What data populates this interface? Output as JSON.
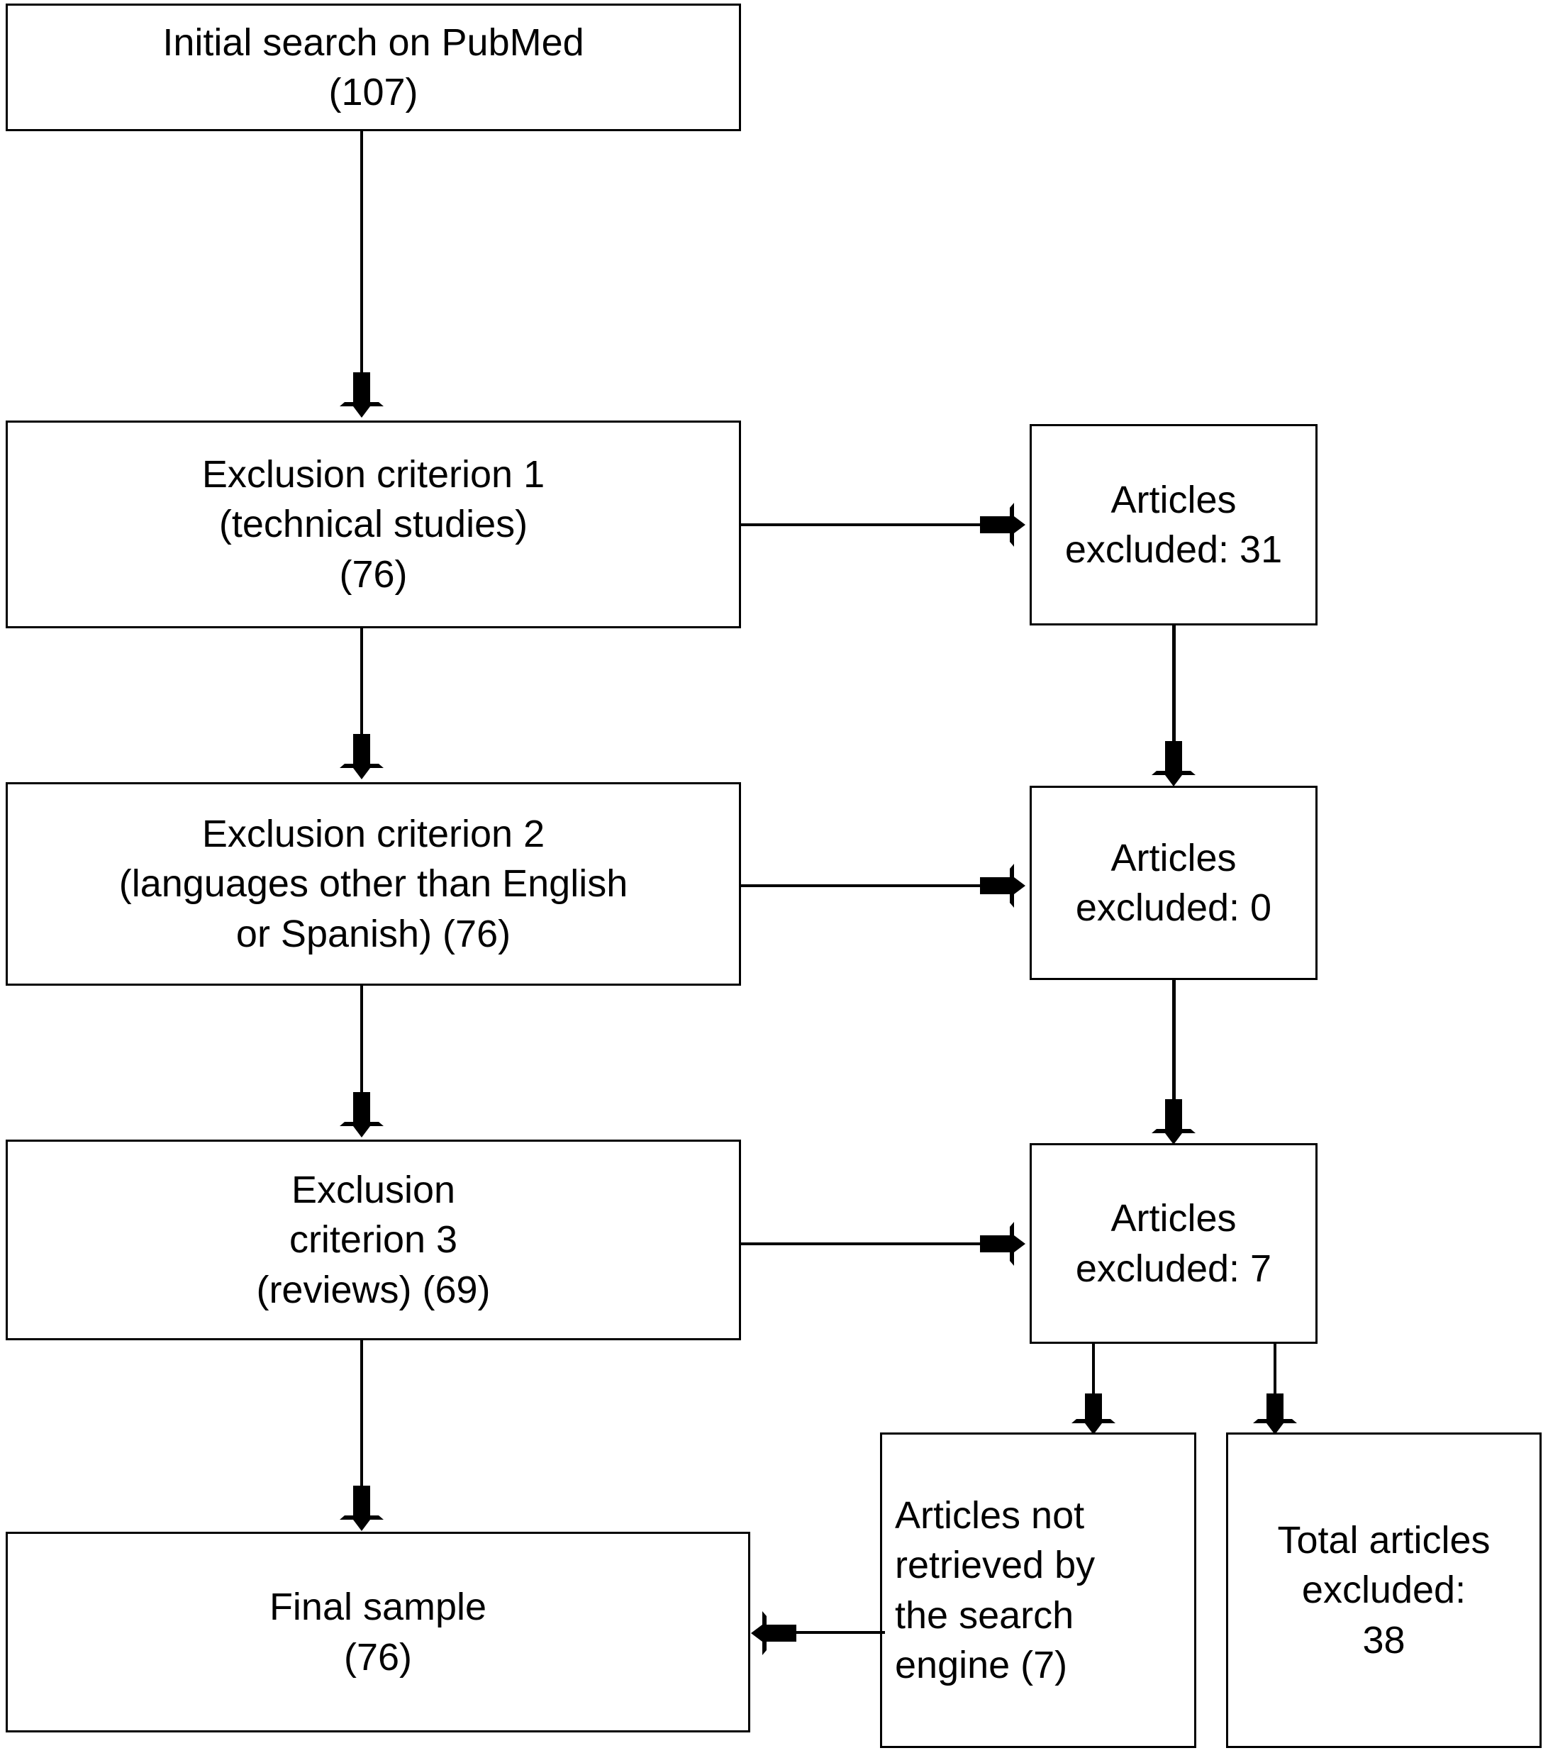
{
  "diagram": {
    "title": "PRISMA-style article selection flow diagram",
    "type": "flowchart",
    "stroke_color": "#000000",
    "fill_color": "#ffffff"
  },
  "nodes": {
    "initial_search": {
      "line1": "Initial search on PubMed",
      "line2": "(107)"
    },
    "criterion1": {
      "line1": "Exclusion criterion 1",
      "line2": "(technical studies)",
      "line3": "(76)"
    },
    "criterion2": {
      "line1": "Exclusion criterion 2",
      "line2": "(languages other than English",
      "line3": "or Spanish) (76)"
    },
    "criterion3": {
      "line1": "Exclusion",
      "line2": "criterion 3",
      "line3": "(reviews) (69)"
    },
    "final_sample": {
      "line1": "Final sample",
      "line2": "(76)"
    },
    "excluded1": {
      "line1": "Articles",
      "line2": "excluded: 31"
    },
    "excluded2": {
      "line1": "Articles",
      "line2": "excluded: 0"
    },
    "excluded3": {
      "line1": "Articles",
      "line2": "excluded: 7"
    },
    "not_retrieved": {
      "line1": "Articles not",
      "line2": "retrieved by",
      "line3": "the search",
      "line4": "engine (7)"
    },
    "total_excluded": {
      "line1": "Total articles",
      "line2": "excluded:",
      "line3": "38"
    }
  },
  "chart_data": {
    "type": "flowchart",
    "title": "Article selection flow",
    "nodes": [
      {
        "id": "initial_search",
        "label": "Initial search on PubMed (107)",
        "count": 107
      },
      {
        "id": "criterion1",
        "label": "Exclusion criterion 1 (technical studies) (76)",
        "count": 76
      },
      {
        "id": "criterion2",
        "label": "Exclusion criterion 2 (languages other than English or Spanish) (76)",
        "count": 76
      },
      {
        "id": "criterion3",
        "label": "Exclusion criterion 3 (reviews) (69)",
        "count": 69
      },
      {
        "id": "final_sample",
        "label": "Final sample (76)",
        "count": 76
      },
      {
        "id": "excluded1",
        "label": "Articles excluded: 31",
        "count": 31
      },
      {
        "id": "excluded2",
        "label": "Articles excluded: 0",
        "count": 0
      },
      {
        "id": "excluded3",
        "label": "Articles excluded: 7",
        "count": 7
      },
      {
        "id": "not_retrieved",
        "label": "Articles not retrieved by the search engine (7)",
        "count": 7
      },
      {
        "id": "total_excluded",
        "label": "Total articles excluded: 38",
        "count": 38
      }
    ],
    "edges": [
      {
        "from": "initial_search",
        "to": "criterion1",
        "direction": "down"
      },
      {
        "from": "criterion1",
        "to": "excluded1",
        "direction": "right"
      },
      {
        "from": "criterion1",
        "to": "criterion2",
        "direction": "down"
      },
      {
        "from": "excluded1",
        "to": "excluded2",
        "direction": "down"
      },
      {
        "from": "criterion2",
        "to": "excluded2",
        "direction": "right"
      },
      {
        "from": "criterion2",
        "to": "criterion3",
        "direction": "down"
      },
      {
        "from": "excluded2",
        "to": "excluded3",
        "direction": "down"
      },
      {
        "from": "criterion3",
        "to": "excluded3",
        "direction": "right"
      },
      {
        "from": "criterion3",
        "to": "final_sample",
        "direction": "down"
      },
      {
        "from": "excluded3",
        "to": "not_retrieved",
        "direction": "down"
      },
      {
        "from": "excluded3",
        "to": "total_excluded",
        "direction": "down"
      },
      {
        "from": "not_retrieved",
        "to": "final_sample",
        "direction": "left"
      }
    ]
  }
}
